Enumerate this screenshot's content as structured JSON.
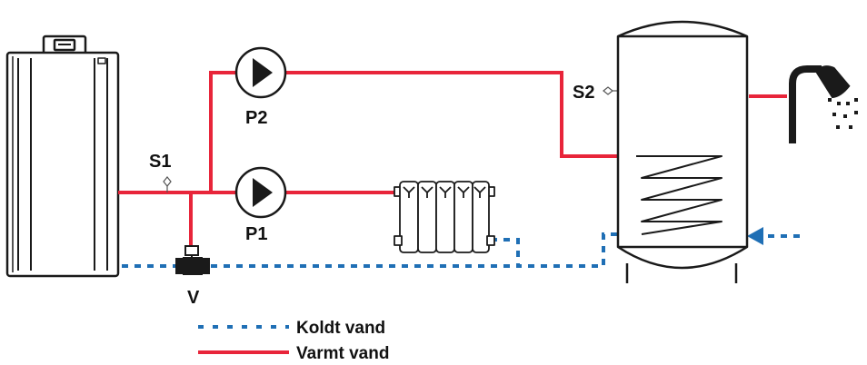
{
  "labels": {
    "s1": "S1",
    "s2": "S2",
    "p1": "P1",
    "p2": "P2",
    "v": "V"
  },
  "legend": {
    "cold": "Koldt vand",
    "hot": "Varmt vand"
  },
  "colors": {
    "hot_water": "#e8253a",
    "cold_water": "#1f6fb5",
    "outline": "#1a1a1a"
  },
  "icons": [
    "boiler-icon",
    "pump-icon",
    "radiator-icon",
    "valve-icon",
    "hot-water-tank-icon",
    "shower-icon",
    "sensor-icon"
  ]
}
